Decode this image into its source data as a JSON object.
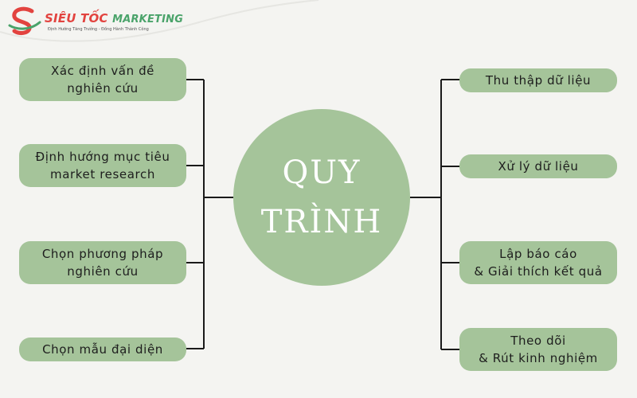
{
  "brand": {
    "name_part1": "SIÊU TỐC",
    "name_part2": "MARKETING",
    "tagline": "Định Hướng Tăng Trưởng - Đồng Hành Thành Công",
    "colors": {
      "red": "#e2433f",
      "green": "#4aa36a"
    },
    "icon": "s-swoosh-logo-icon"
  },
  "center": {
    "title": "QUY\nTRÌNH"
  },
  "left_steps": [
    {
      "label": "Xác định vấn đề\nnghiên cứu"
    },
    {
      "label": "Định hướng mục tiêu\nmarket research"
    },
    {
      "label": "Chọn phương pháp\nnghiên cứu"
    },
    {
      "label": "Chọn mẫu đại diện"
    }
  ],
  "right_steps": [
    {
      "label": "Thu thập dữ liệu"
    },
    {
      "label": "Xử lý dữ liệu"
    },
    {
      "label": "Lập báo cáo\n& Giải thích kết quả"
    },
    {
      "label": "Theo dõi\n& Rút kinh nghiệm"
    }
  ],
  "colors": {
    "node_fill": "#a5c49a",
    "connector": "#1a1a1a",
    "background": "#f4f4f1"
  }
}
